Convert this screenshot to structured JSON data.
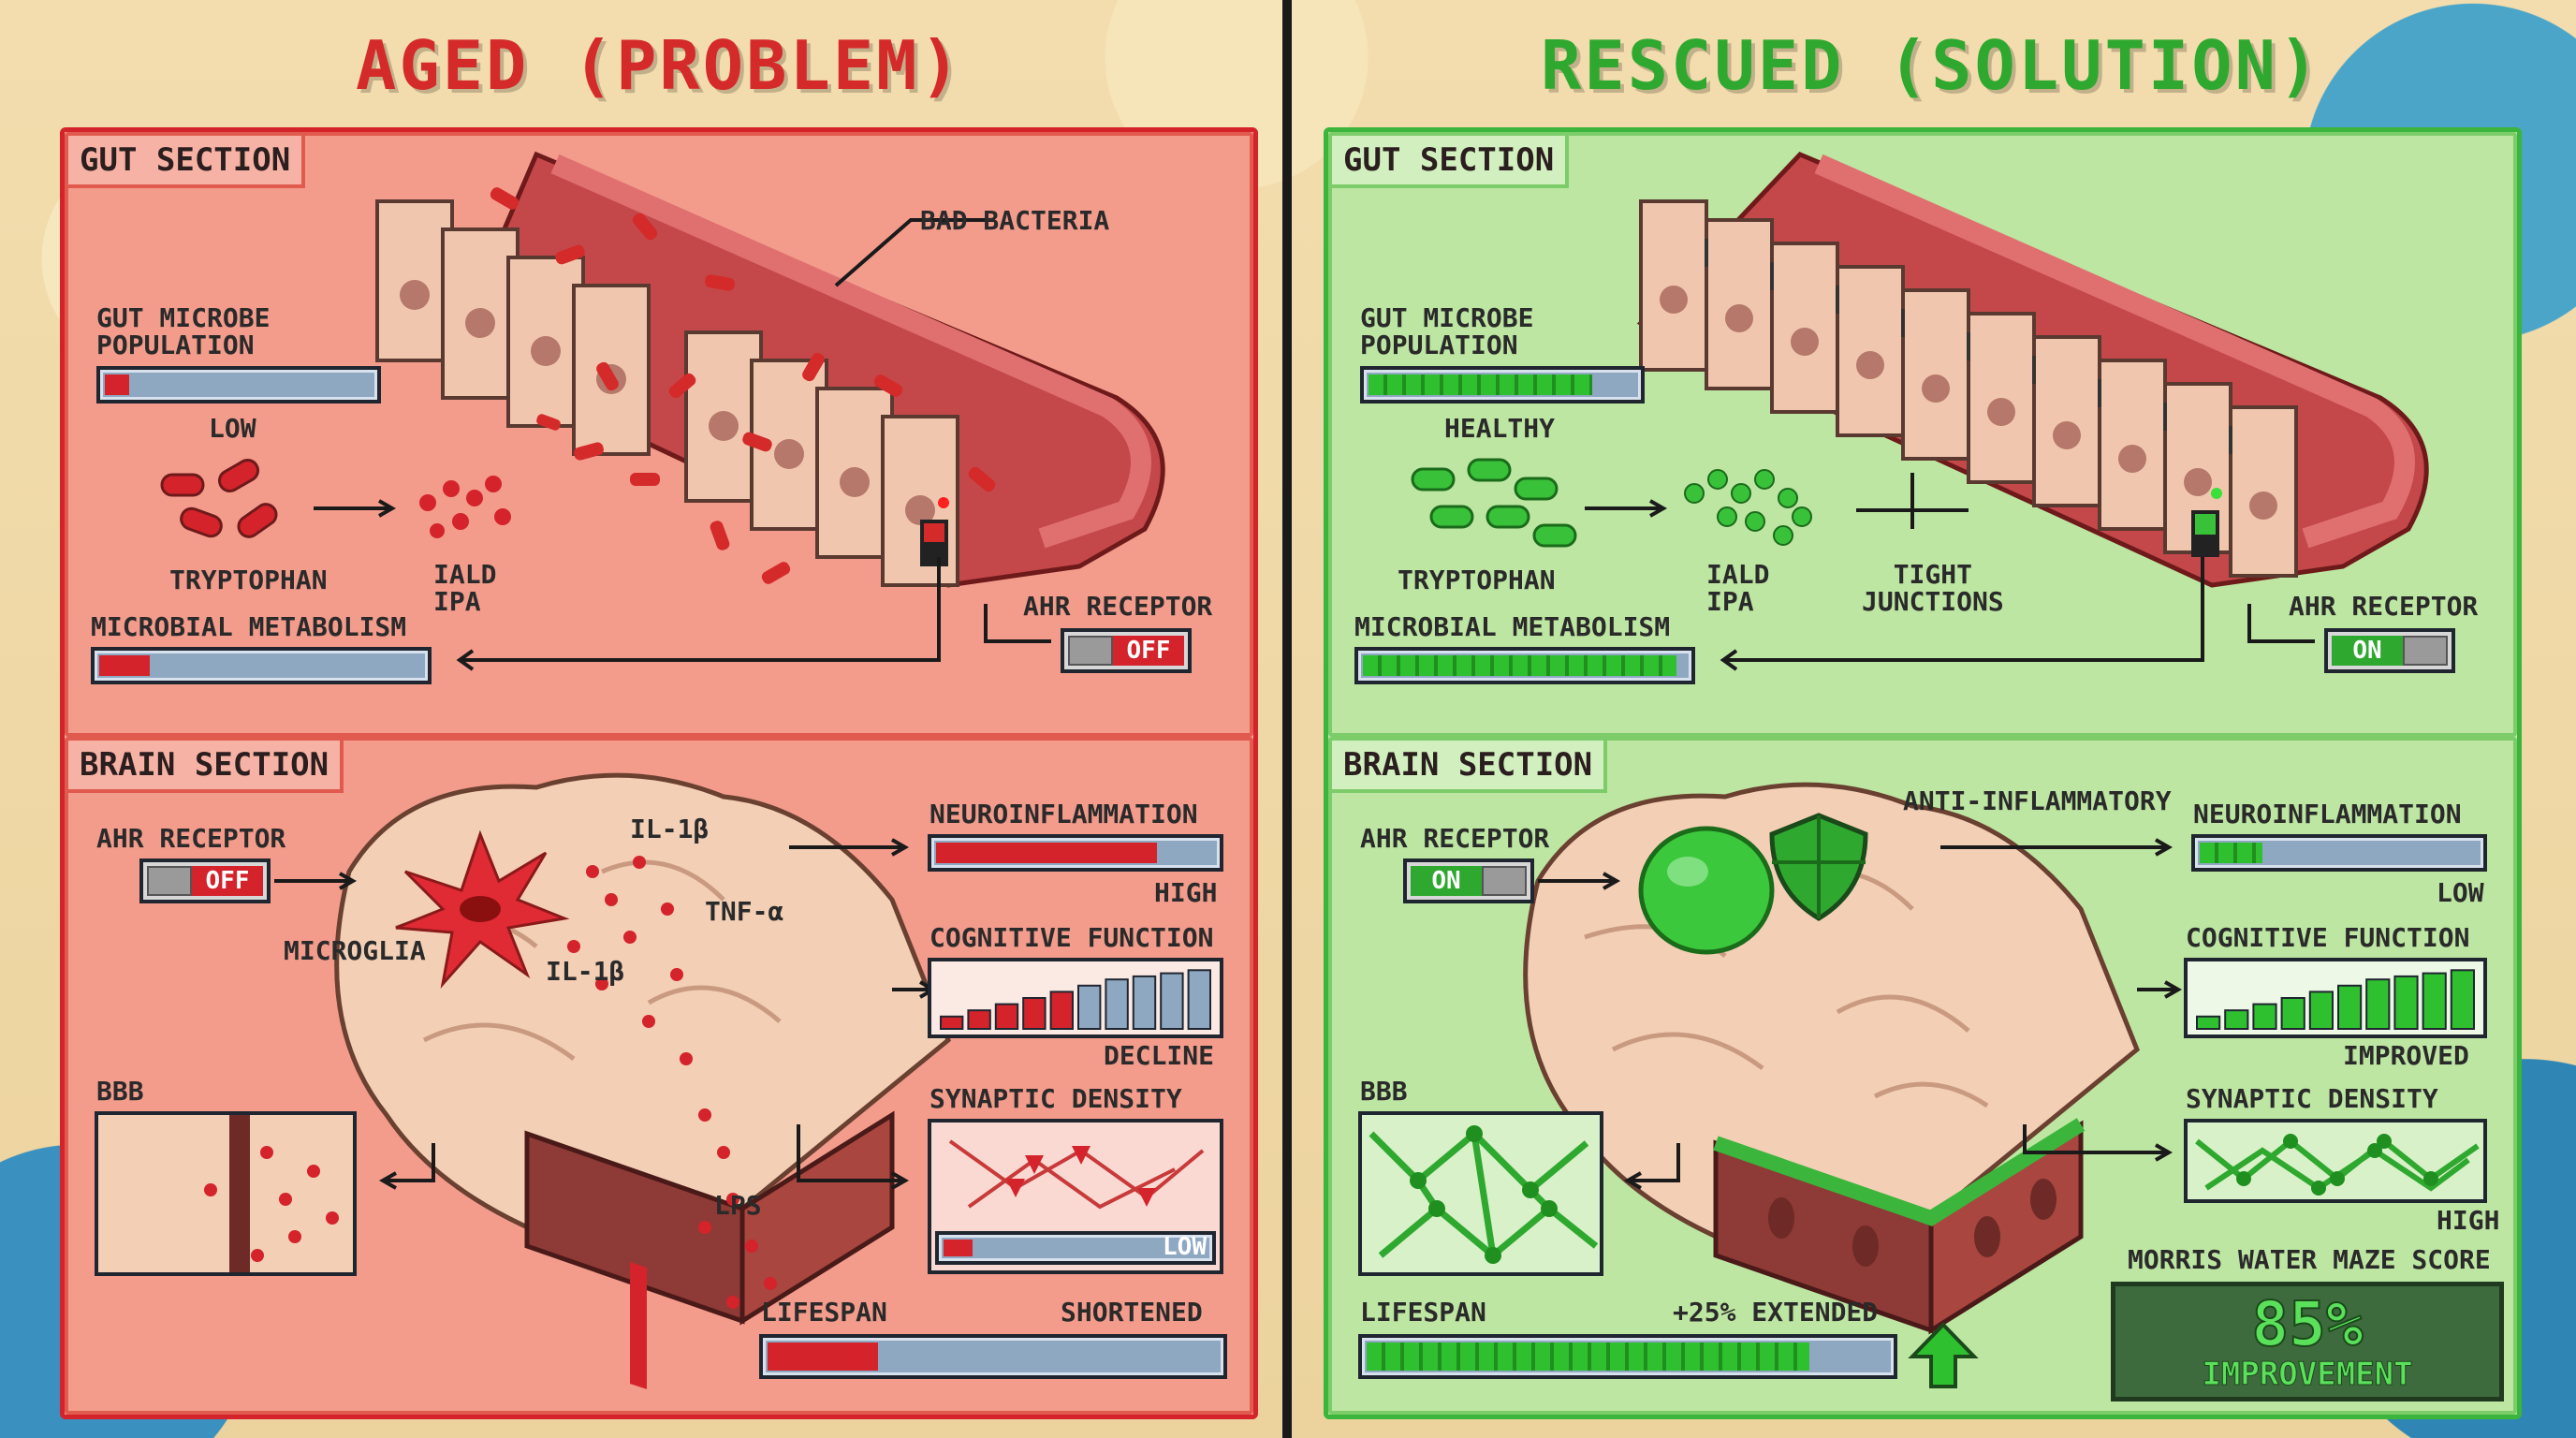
{
  "colors": {
    "problem_red": "#d4232b",
    "problem_bg": "#f29a8a",
    "solution_green": "#2fa82f",
    "solution_bg": "#b9e4a2"
  },
  "left": {
    "title": "AGED (PROBLEM)",
    "gut": {
      "section_label": "GUT SECTION",
      "bad_bacteria": "BAD BACTERIA",
      "microbe_label": "GUT MICROBE\nPOPULATION",
      "microbe_level": 0.12,
      "microbe_status": "LOW",
      "tryptophan": "TRYPTOPHAN",
      "iald_ipa": "IALD\nIPA",
      "metabolism_label": "MICROBIAL METABOLISM",
      "metabolism_level": 0.18,
      "ahr_label": "AHR RECEPTOR",
      "ahr_state": "OFF"
    },
    "brain": {
      "section_label": "BRAIN SECTION",
      "ahr_label": "AHR RECEPTOR",
      "ahr_state": "OFF",
      "microglia": "MICROGLIA",
      "il1b_top": "IL-1β",
      "il1b_bottom": "IL-1β",
      "tnfa": "TNF-α",
      "lps": "LPS",
      "bbb": "BBB",
      "neuro_label": "NEUROINFLAMMATION",
      "neuro_level": 0.8,
      "neuro_status": "HIGH",
      "cog_label": "COGNITIVE FUNCTION",
      "cog_status": "DECLINE",
      "cog_bars": [
        0.2,
        0.3,
        0.4,
        0.5,
        0.6,
        0.7,
        0.8,
        0.85,
        0.9,
        0.95
      ],
      "syn_label": "SYNAPTIC DENSITY",
      "syn_level": 0.14,
      "syn_status": "LOW",
      "lifespan_label": "LIFESPAN",
      "lifespan_status": "SHORTENED",
      "lifespan_level": 0.26
    }
  },
  "right": {
    "title": "RESCUED (SOLUTION)",
    "gut": {
      "section_label": "GUT SECTION",
      "microbe_label": "GUT MICROBE\nPOPULATION",
      "microbe_level": 0.84,
      "microbe_status": "HEALTHY",
      "tryptophan": "TRYPTOPHAN",
      "iald_ipa": "IALD\nIPA",
      "tight_junctions": "TIGHT\nJUNCTIONS",
      "metabolism_label": "MICROBIAL METABOLISM",
      "metabolism_level": 0.97,
      "ahr_label": "AHR RECEPTOR",
      "ahr_state": "ON"
    },
    "brain": {
      "section_label": "BRAIN SECTION",
      "anti_inflammatory": "ANTI-INFLAMMATORY",
      "ahr_label": "AHR RECEPTOR",
      "ahr_state": "ON",
      "bbb": "BBB",
      "neuro_label": "NEUROINFLAMMATION",
      "neuro_level": 0.25,
      "neuro_status": "LOW",
      "cog_label": "COGNITIVE FUNCTION",
      "cog_status": "IMPROVED",
      "cog_bars": [
        0.2,
        0.3,
        0.4,
        0.5,
        0.6,
        0.7,
        0.8,
        0.85,
        0.9,
        0.95
      ],
      "syn_label": "SYNAPTIC DENSITY",
      "syn_status": "HIGH",
      "lifespan_label": "LIFESPAN",
      "lifespan_status": "+25% EXTENDED",
      "lifespan_level": 0.85,
      "maze_label": "MORRIS WATER MAZE SCORE",
      "maze_value": "85%",
      "maze_caption": "IMPROVEMENT"
    }
  }
}
